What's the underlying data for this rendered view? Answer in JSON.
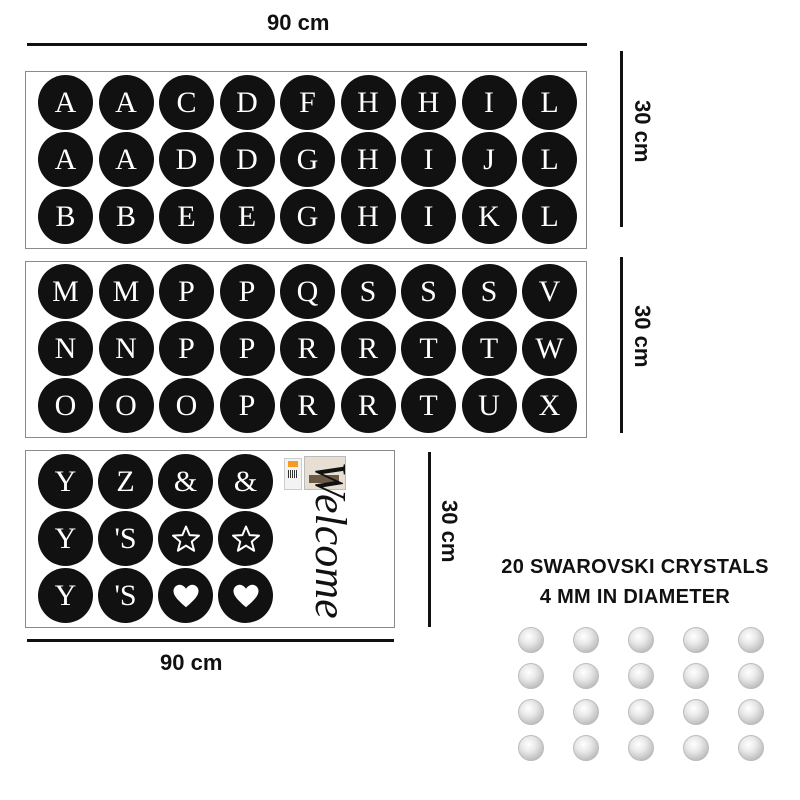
{
  "dimensions": {
    "top_width": "90 cm",
    "bottom_width": "90 cm",
    "sheet1_height": "30 cm",
    "sheet2_height": "30 cm",
    "sheet3_height": "30 cm"
  },
  "sheet1": {
    "letters": [
      "A",
      "A",
      "C",
      "D",
      "F",
      "H",
      "H",
      "I",
      "L",
      "A",
      "A",
      "D",
      "D",
      "G",
      "H",
      "I",
      "J",
      "L",
      "B",
      "B",
      "E",
      "E",
      "G",
      "H",
      "I",
      "K",
      "L"
    ]
  },
  "sheet2": {
    "letters": [
      "M",
      "M",
      "P",
      "P",
      "Q",
      "S",
      "S",
      "S",
      "V",
      "N",
      "N",
      "P",
      "P",
      "R",
      "R",
      "T",
      "T",
      "W",
      "O",
      "O",
      "O",
      "P",
      "R",
      "R",
      "T",
      "U",
      "X"
    ]
  },
  "sheet3": {
    "symbols": [
      "Y",
      "Z",
      "&",
      "&",
      "Y",
      "'S",
      "star",
      "star",
      "Y",
      "'S",
      "heart",
      "heart"
    ],
    "welcome_text": "Welcome"
  },
  "crystals": {
    "title_line1": "20 SWAROVSKI CRYSTALS",
    "title_line2": "4 MM IN DIAMETER",
    "count": 20
  },
  "colors": {
    "circle": "#111111",
    "letter": "#ffffff",
    "sheet_border": "#8a8a8a"
  }
}
